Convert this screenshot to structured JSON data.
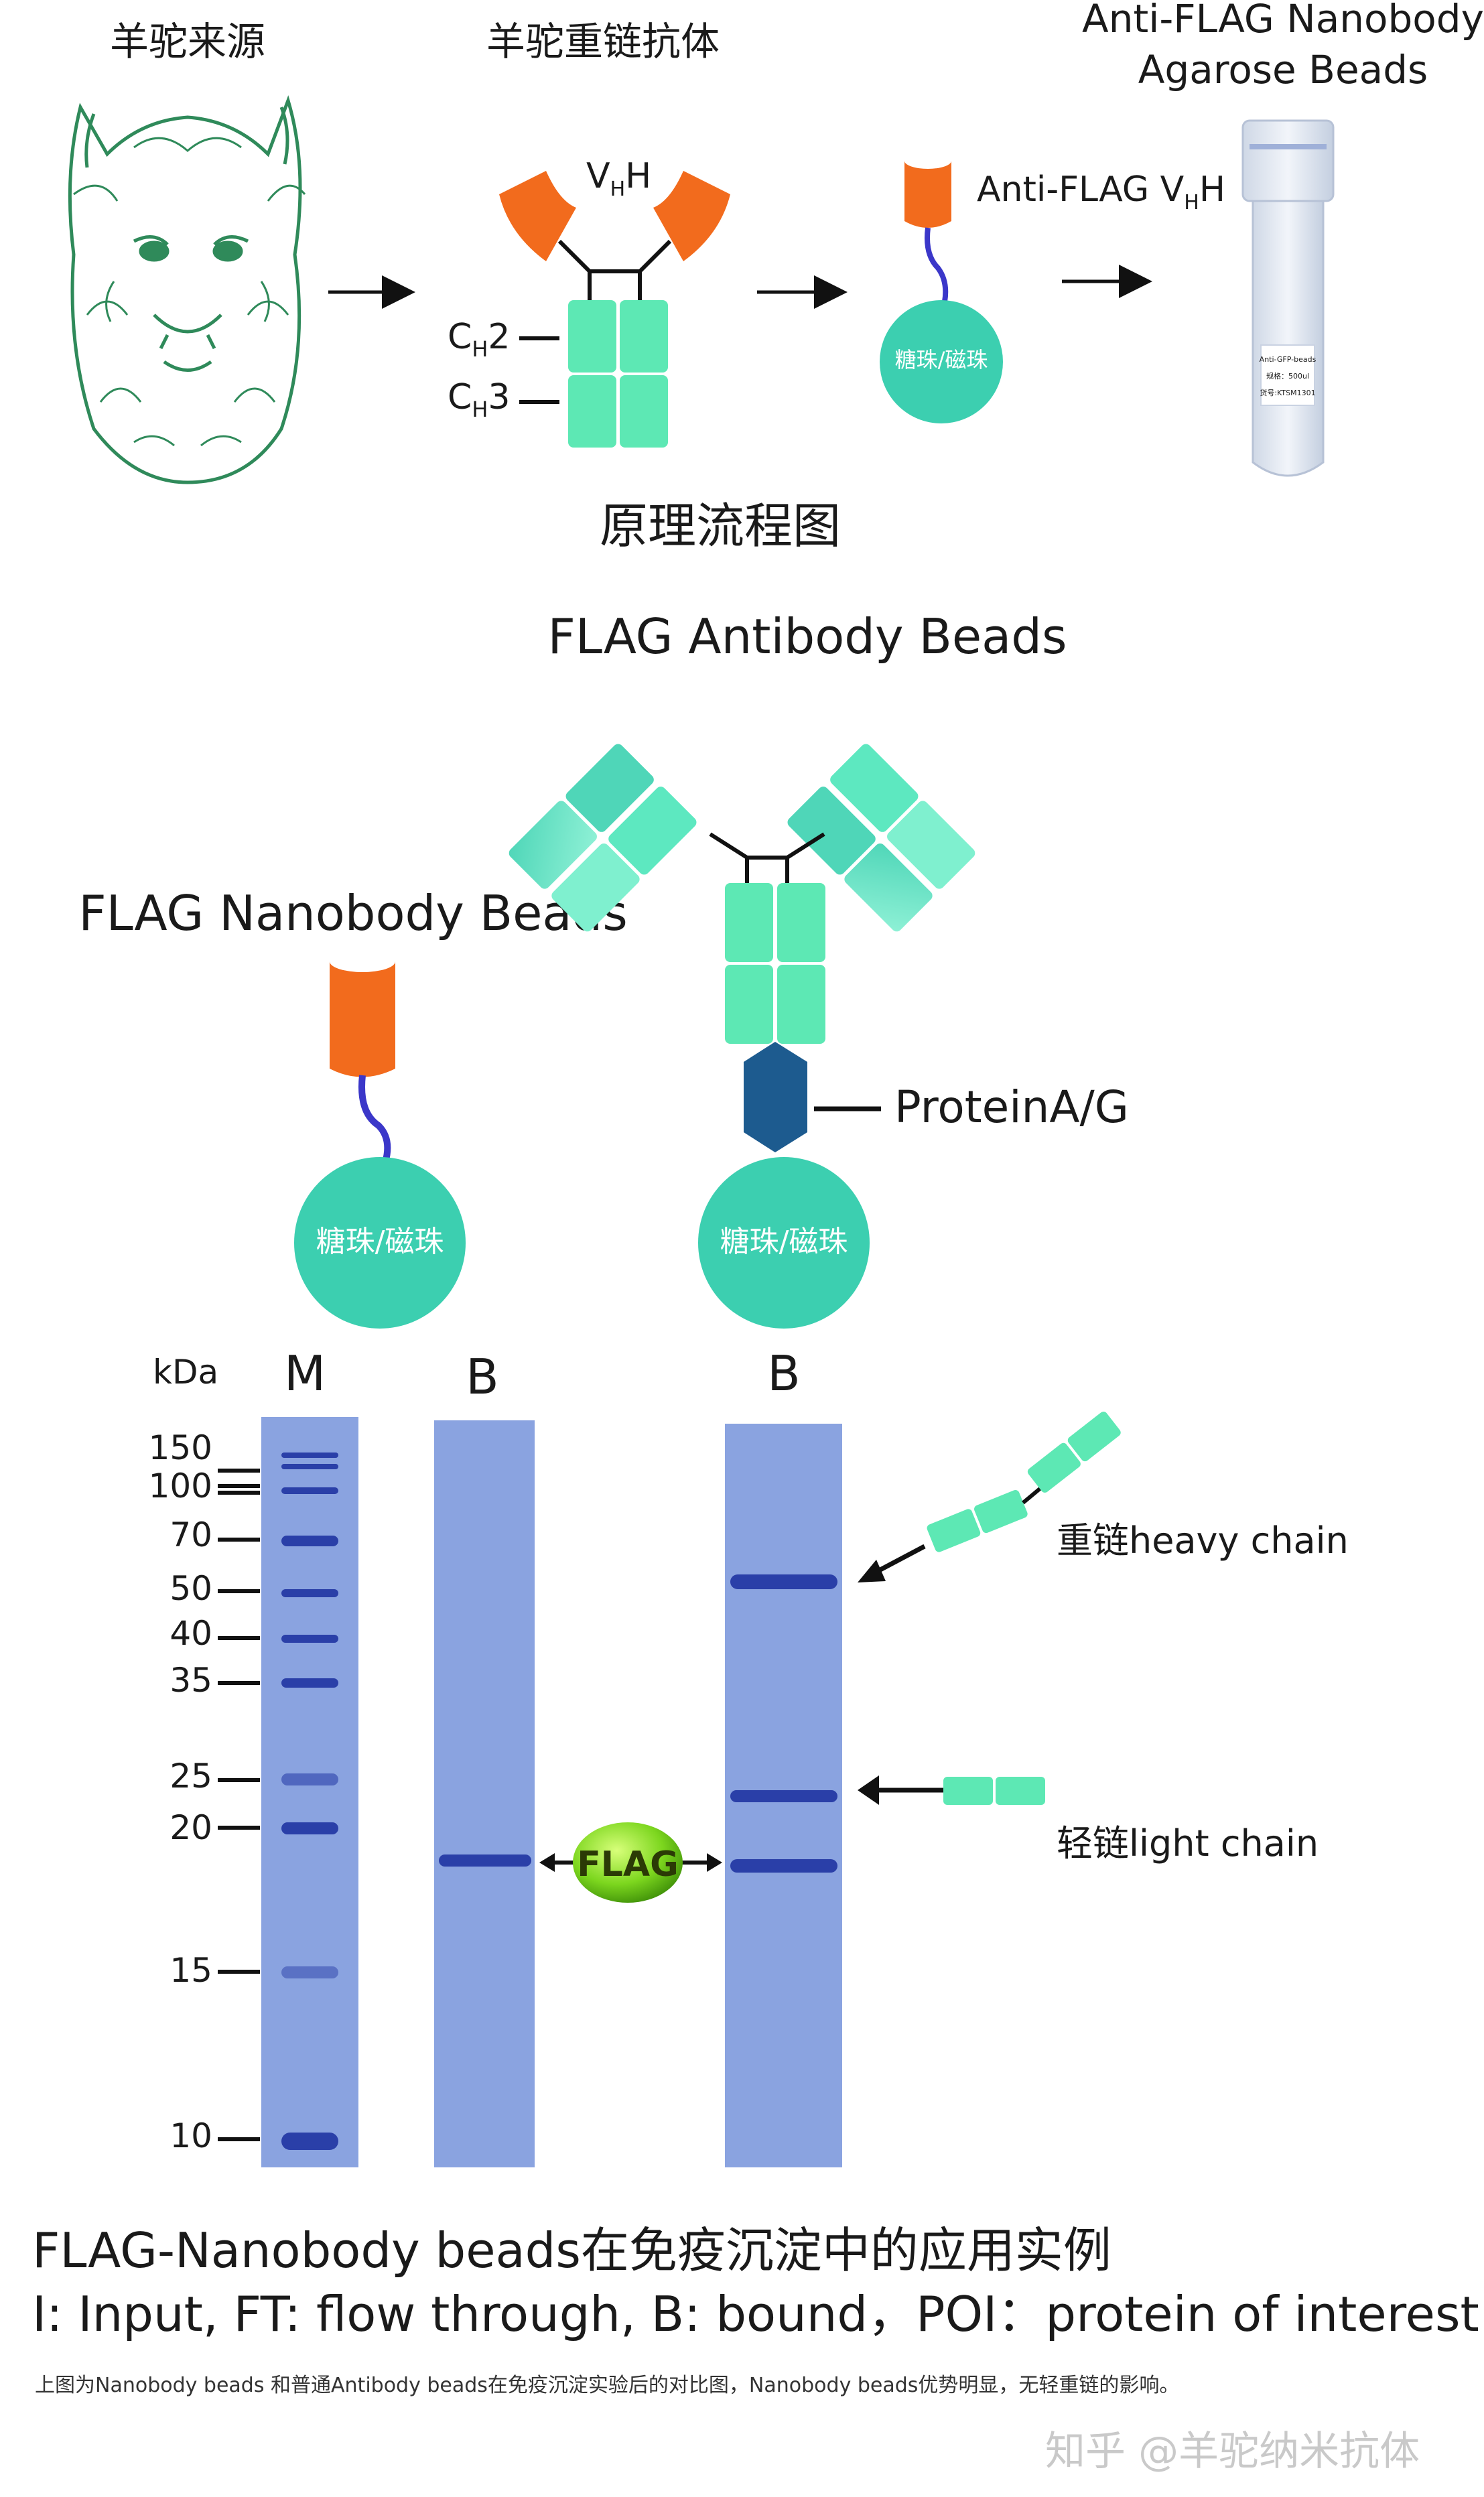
{
  "flow": {
    "alpaca_label": "羊驼来源",
    "vhh_label": "羊驼重链抗体",
    "vh_label": "VH",
    "vh_h": "H",
    "vh_sub": "H",
    "ch2_label": "C",
    "ch2_sub": "H",
    "ch2_num": "2",
    "ch3_label": "C",
    "ch3_sub": "H",
    "ch3_num": "3",
    "anti_flag_vhh": "Anti-FLAG V",
    "anti_flag_vhh_sub": "H",
    "anti_flag_vhh_h": "H",
    "bead_label": "糖珠/磁珠",
    "product_line1": "Anti-FLAG Nanobody",
    "product_line2": "Agarose Beads",
    "tube_label_1": "Anti-GFP-beads",
    "tube_label_2": "规格：500ul",
    "tube_label_3": "货号:KTSM1301",
    "caption": "原理流程图"
  },
  "compare": {
    "antibody_title": "FLAG Antibody Beads",
    "nanobody_title": "FLAG Nanobody Beads",
    "protein_ag": "ProteinA/G",
    "bead_label": "糖珠/磁珠"
  },
  "gel": {
    "kda_label": "kDa",
    "lane_m": "M",
    "lane_b1": "B",
    "lane_b2": "B",
    "markers": [
      "150",
      "100",
      "70",
      "50",
      "40",
      "35",
      "25",
      "20",
      "15",
      "10"
    ],
    "heavy_chain": "重链heavy chain",
    "light_chain": "轻链light chain",
    "flag_tag": "FLAG"
  },
  "footer": {
    "title": "FLAG-Nanobody beads在免疫沉淀中的应用实例",
    "legend": "I: Input, FT: flow through, B: bound，POI：protein of interest",
    "note": "上图为Nanobody beads 和普通Antibody beads在免疫沉淀实验后的对比图，Nanobody beads优势明显，无轻重链的影响。",
    "watermark": "知乎 @羊驼纳米抗体"
  },
  "colors": {
    "vhh_orange": "#f26b1d",
    "fc_green": "#5de8b4",
    "bead_teal": "#3ccfb0",
    "linker_blue": "#3b37c9",
    "protein_ag_blue": "#1d5b8f",
    "gel_blue": "#8aa3e0",
    "band_blue": "#2a3fa8"
  }
}
